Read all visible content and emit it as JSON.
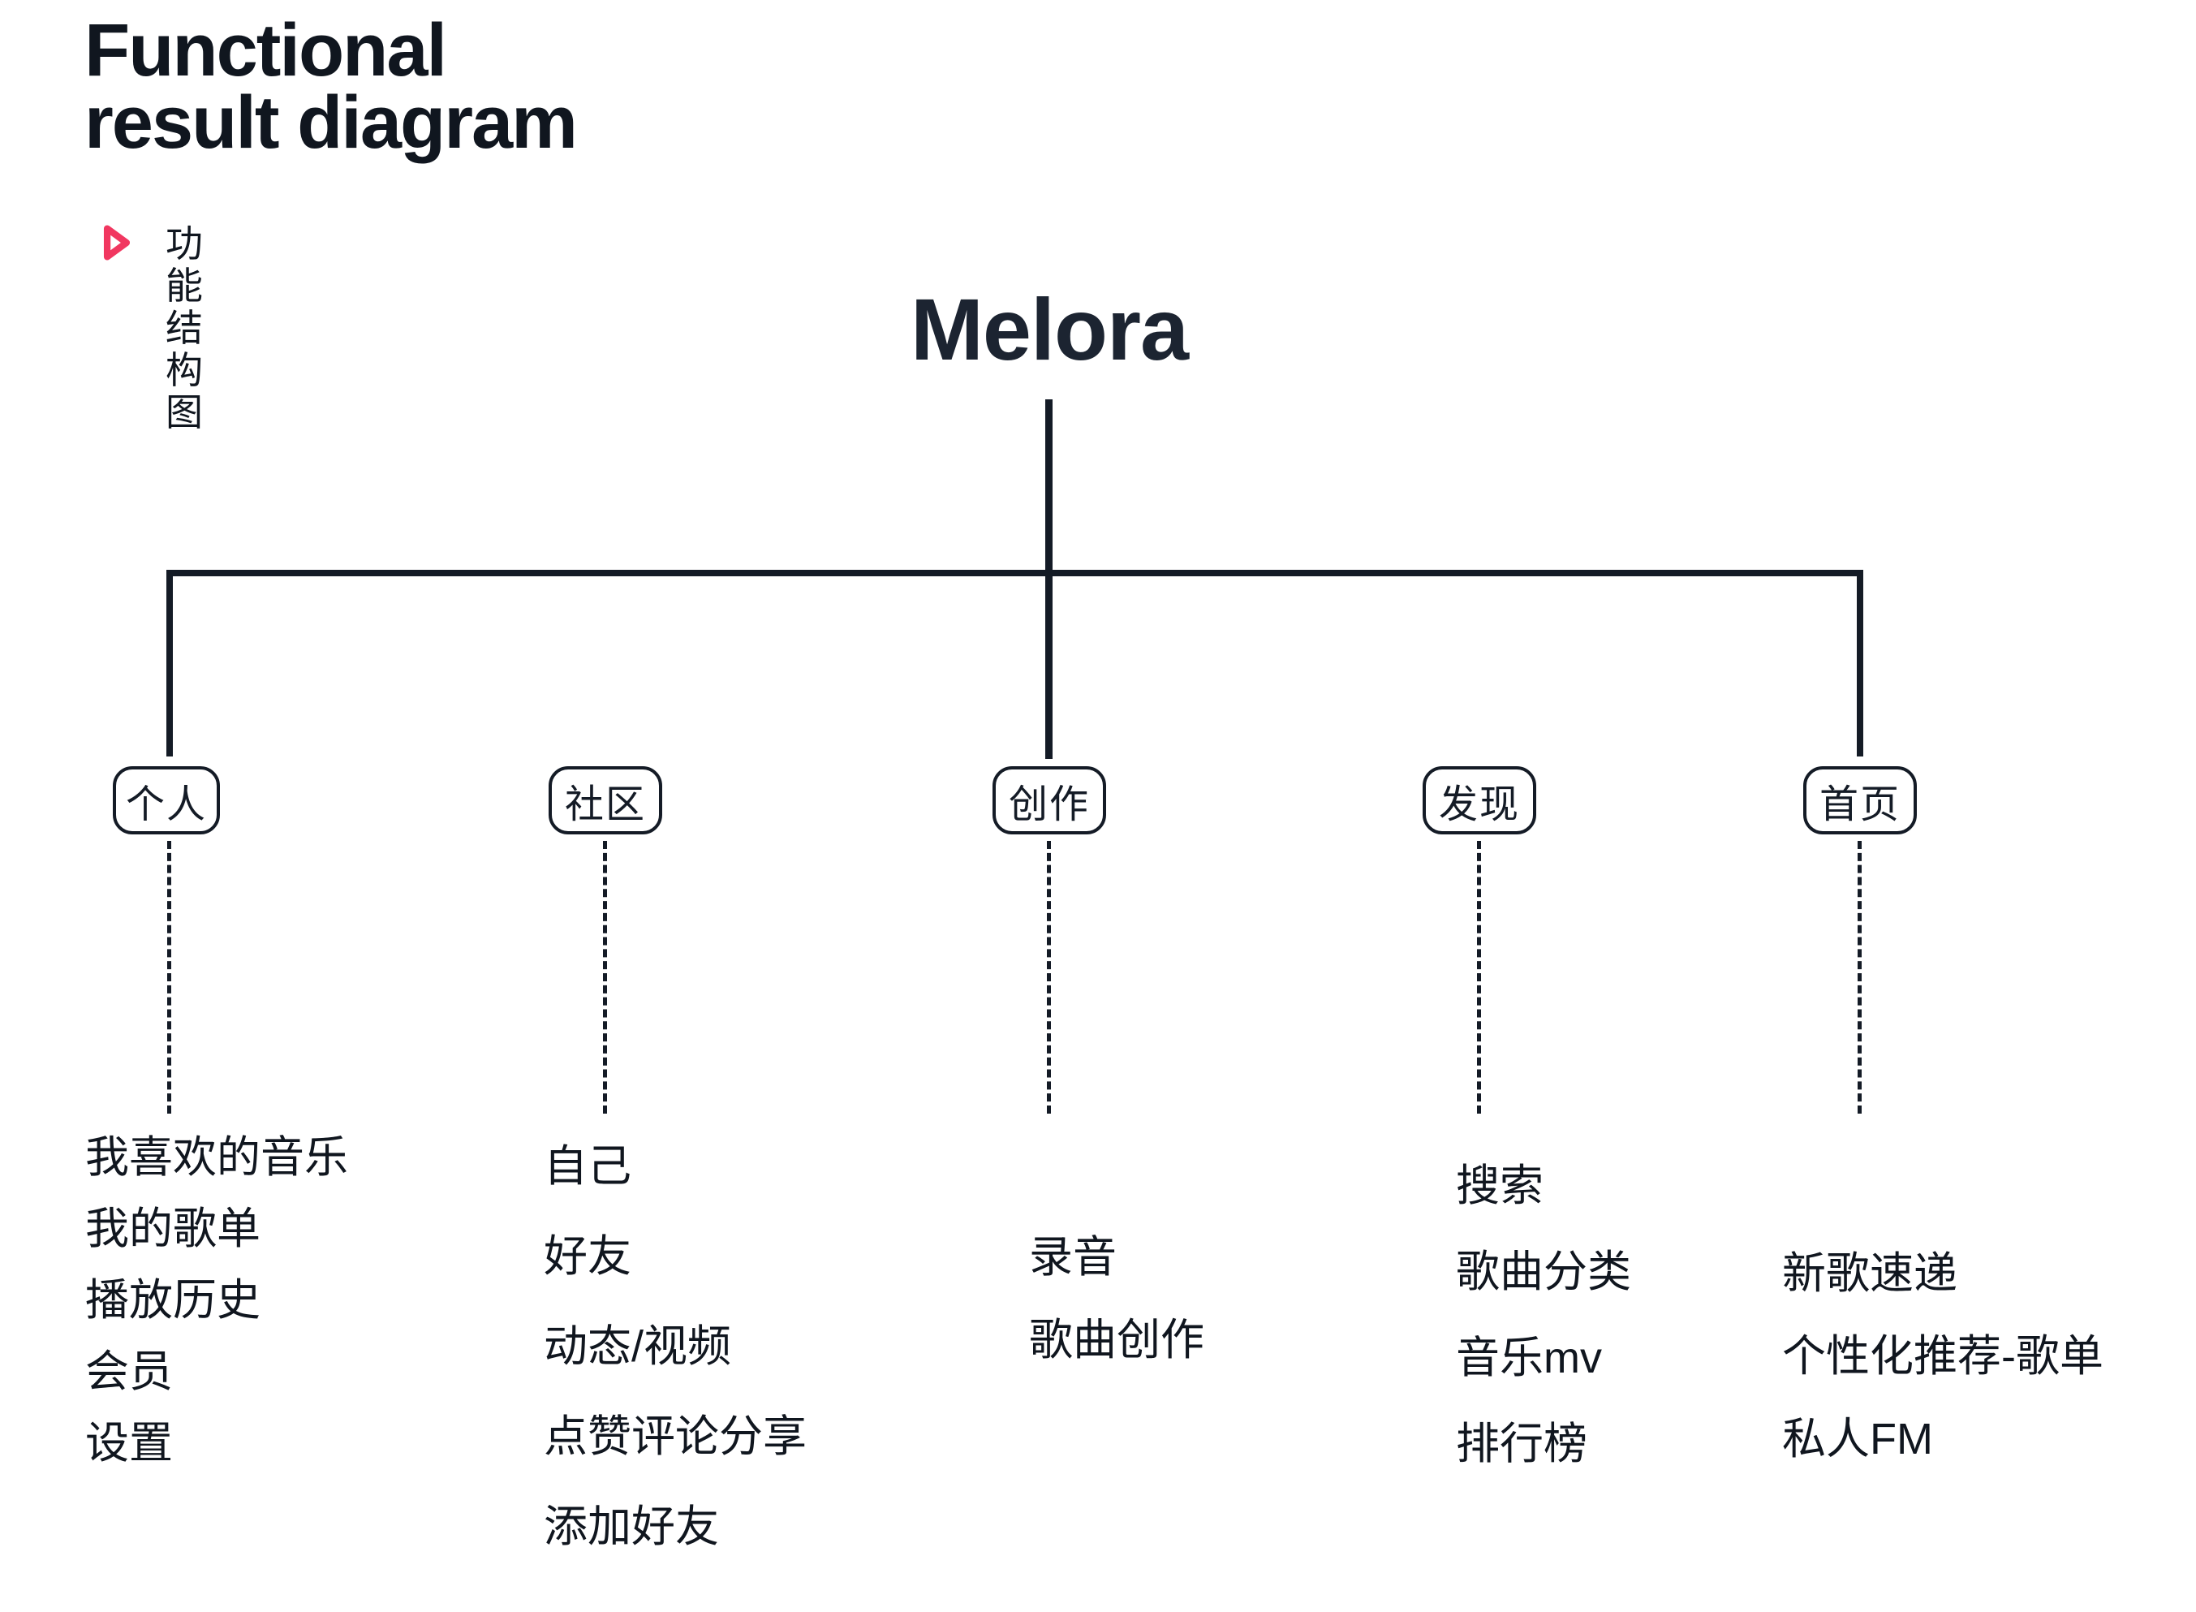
{
  "header": {
    "title": "Functional\nresult diagram",
    "subtitle": "功能结构图",
    "accent_color": "#f13760",
    "ink_color": "#141b26"
  },
  "tree": {
    "root": "Melora",
    "branches": [
      {
        "label": "个人",
        "items": [
          "我喜欢的音乐",
          "我的歌单",
          "播放历史",
          "会员",
          "设置"
        ]
      },
      {
        "label": "社区",
        "items": [
          "自己",
          "好友",
          "动态/视频",
          "点赞评论分享",
          "添加好友"
        ]
      },
      {
        "label": "创作",
        "items": [
          "录音",
          "歌曲创作"
        ]
      },
      {
        "label": "发现",
        "items": [
          "搜索",
          "歌曲分类",
          "音乐mv",
          "排行榜"
        ]
      },
      {
        "label": "首页",
        "items": [
          "新歌速递",
          "个性化推荐-歌单",
          "私人FM"
        ]
      }
    ]
  }
}
